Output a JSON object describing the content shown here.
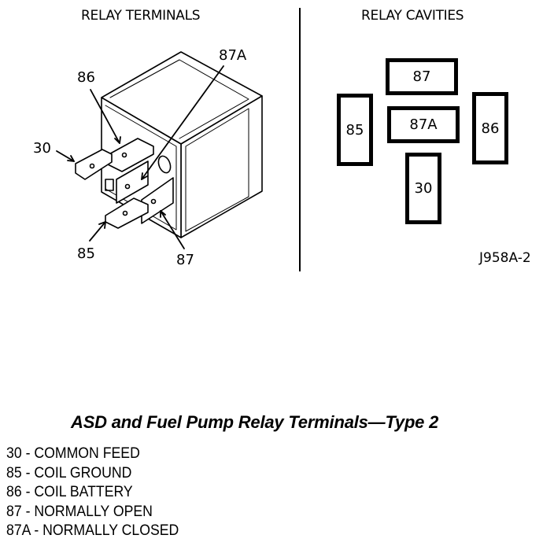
{
  "diagram": {
    "left_panel": {
      "title": "RELAY TERMINALS",
      "callouts": {
        "t86": "86",
        "t87a": "87A",
        "t30": "30",
        "t85": "85",
        "t87": "87"
      }
    },
    "right_panel": {
      "title": "RELAY CAVITIES",
      "cavities": {
        "c87": "87",
        "c87a": "87A",
        "c85": "85",
        "c86": "86",
        "c30": "30"
      },
      "figure_id": "J958A-2"
    }
  },
  "caption": "ASD and Fuel Pump Relay Terminals—Type 2",
  "legend": [
    "30 - COMMON FEED",
    "85 - COIL GROUND",
    "86 - COIL BATTERY",
    "87 - NORMALLY OPEN",
    "87A - NORMALLY CLOSED"
  ]
}
